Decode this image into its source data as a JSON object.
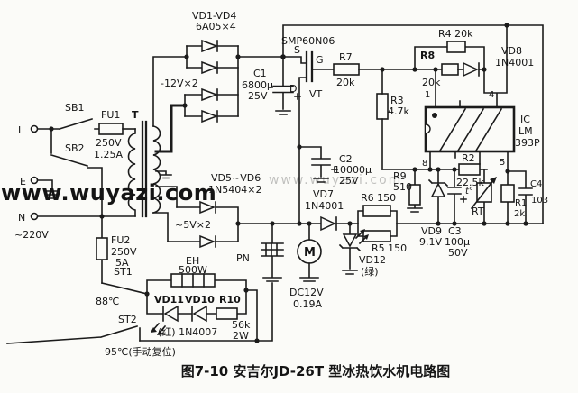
{
  "figure": {
    "caption": "图7-10  安吉尔JD-26T 型冰热饮水机电路图",
    "watermark": "www.wuyazi.com"
  },
  "colors": {
    "wire": "#1b1b1b",
    "text": "#141414",
    "watermark": "#3434cf",
    "background": "#fbfbf8"
  },
  "labels": {
    "terminal_l": "L",
    "terminal_e": "E",
    "terminal_n": "N",
    "mains": "~220V",
    "sb1": "SB1",
    "sb2": "SB2",
    "fu1": "FU1",
    "fu1_volt": "250V",
    "fu1_amp": "1.25A",
    "transformer": "T",
    "vd1_vd4": "VD1-VD4",
    "vd1_vd4_type": "6A05×4",
    "winding_12v": "-12V×2",
    "c1": "C1",
    "c1_val": "6800µ",
    "c1_volt": "25V",
    "mosfet_type": "SMP60N06",
    "mosfet_s": "S",
    "mosfet_g": "G",
    "mosfet_d": "D",
    "mosfet_ref": "VT",
    "r7": "R7",
    "r7_val": "20k",
    "r3": "R3",
    "r3_val": "4.7k",
    "r4": "R4 20k",
    "r8": "R8",
    "r8_val": "20k",
    "vd8": "VD8",
    "vd8_type": "1N4001",
    "pin1": "1",
    "pin4": "4",
    "pin8": "8",
    "pin5": "5",
    "ic": "IC",
    "ic_model": "LM",
    "ic_model2": "393P",
    "vd5_vd6": "VD5~VD6",
    "vd5_vd6_type": "1N5404×2",
    "winding_5v": "~5V×2",
    "c2": "C2",
    "c2_val": "10000µ",
    "c2_volt": "25V",
    "vd7": "VD7",
    "vd7_type": "1N4001",
    "r6": "R6 150",
    "r5": "R5 150",
    "vd12": "VD12",
    "vd12_color": "(绿)",
    "r9": "R9",
    "r9_val": "510",
    "r2": "R2",
    "r2_val": "22.5k",
    "vd9": "VD9",
    "vd9_val": "9.1V",
    "c3": "C3",
    "c3_val": "100µ",
    "c3_volt": "50V",
    "rt_temp": "t°",
    "rt": "RT",
    "r1": "R1",
    "r1_val": "2k",
    "c4": "C4",
    "c4_val": "103",
    "pn": "PN",
    "motor": "M",
    "motor_volt": "DC12V",
    "motor_amp": "0.19A",
    "fu2": "FU2",
    "fu2_volt": "250V",
    "fu2_amp": "5A",
    "st1": "ST1",
    "st1_temp": "88℃",
    "eh": "EH",
    "eh_power": "500W",
    "vd11": "VD11",
    "vd10": "VD10",
    "r10": "R10",
    "r10_val": "56k",
    "r10_power": "2W",
    "vd11_note": "(红) 1N4007",
    "st2": "ST2",
    "st2_temp": "95℃(手动复位)"
  }
}
